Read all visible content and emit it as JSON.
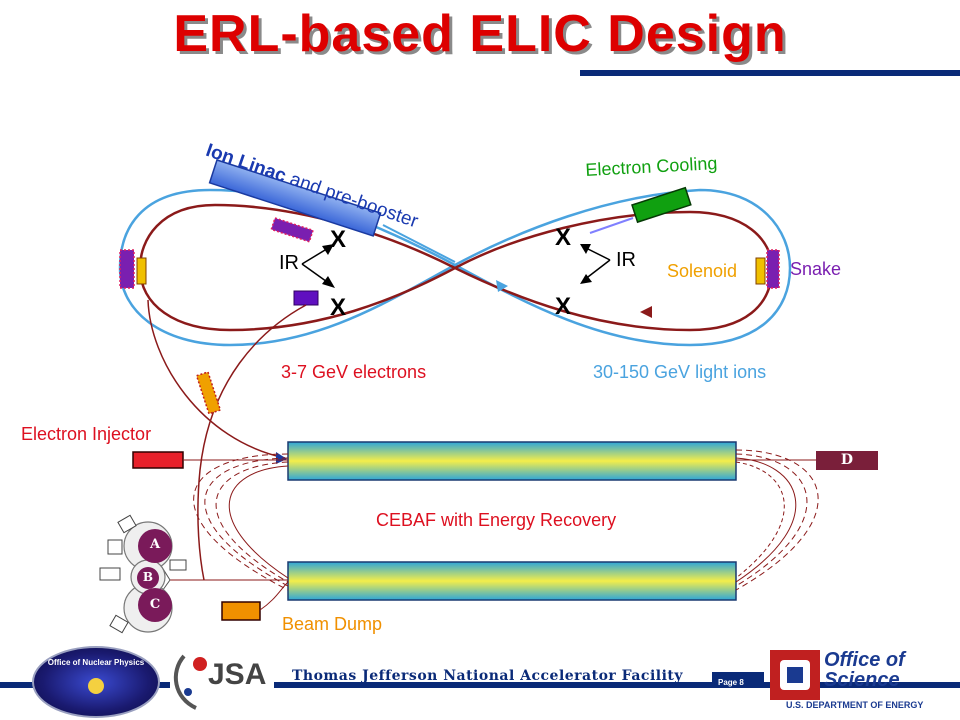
{
  "slide": {
    "title": "ERL-based ELIC Design"
  },
  "diagram": {
    "ion_linac_label_bold": "Ion Linac",
    "ion_linac_label_rest": " and pre-booster",
    "electron_cooling": "Electron Cooling",
    "ir_left": "IR",
    "ir_right": "IR",
    "solenoid": "Solenoid",
    "snake": "Snake",
    "electrons": "3-7 GeV electrons",
    "light_ions": "30-150 GeV light ions",
    "electron_injector": "Electron Injector",
    "cebaf": "CEBAF with Energy Recovery",
    "beam_dump": "Beam Dump",
    "dump_letter": "D",
    "hall_a": "A",
    "hall_b": "B",
    "hall_c": "C",
    "x_mark": "X"
  },
  "footer": {
    "lab": "Thomas Jefferson National Accelerator Facility",
    "page": "Page 8",
    "nuclear_physics": "Office of Nuclear Physics",
    "jsa": "JSA",
    "office_of": "Office of",
    "science": "Science",
    "doe": "U.S. DEPARTMENT OF ENERGY"
  },
  "colors": {
    "title": "#dd0000",
    "ion_ring": "#4aa3df",
    "electron_ring": "#8b1a1a",
    "cooling": "#10a010",
    "snake": "#7a1fb0",
    "solenoid": "#f0a000",
    "injector": "#e8202a",
    "beam_dump": "#f09000",
    "dump": "#7a1f3a"
  }
}
